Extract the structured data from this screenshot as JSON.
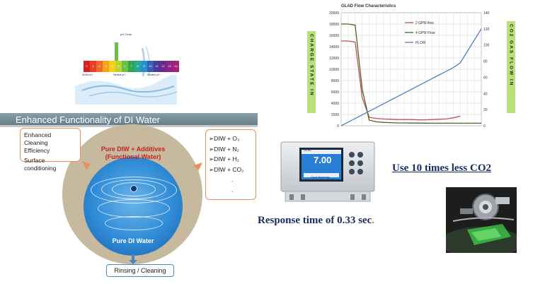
{
  "ph_chart": {
    "title": "pH Chart",
    "values": [
      "0",
      "1",
      "2",
      "3",
      "4",
      "5",
      "6",
      "7",
      "8",
      "9",
      "10",
      "11",
      "12",
      "13",
      "14"
    ],
    "colors": [
      "#d81f26",
      "#e5412a",
      "#ef6b2b",
      "#f6a21f",
      "#f4d01d",
      "#b9d532",
      "#6cc04a",
      "#35a650",
      "#27a99a",
      "#2b8fcf",
      "#3a5fb0",
      "#4b3b98",
      "#6b2a8c",
      "#8e2586",
      "#a81f77"
    ],
    "acidic_label": "Acidic pH",
    "neutral_label": "Neutral pH",
    "alkaline_label": "Alkaline pH"
  },
  "di_panel": {
    "banner": "Enhanced Functionality of DI Water",
    "benefits": [
      "Enhanced Cleaning",
      "Efficiency",
      "Surface conditioning"
    ],
    "functional_line1": "Pure DIW + Additives",
    "functional_line2": "(Functional Water)",
    "pure_label": "Pure DI Water",
    "additives": [
      "➢DIW + O₃",
      "➢DIW + N₂",
      "➢DIW + H₂",
      "➢DIW + CO₂",
      ".",
      "."
    ],
    "rinse_label": "Rinsing / Cleaning",
    "colors": {
      "outer": "#c7b99e",
      "inner": "#2f8bd6",
      "accent": "#c2231c",
      "box_border": "#e8915c"
    }
  },
  "chart_data": {
    "type": "line",
    "title": "GLAD Flow Characteristics",
    "ylabel_left": "CHARGE STATE IN",
    "ylabel_right": "CO2 GAS FLOW IN",
    "ylim_left": [
      0,
      20000
    ],
    "ylim_right": [
      0,
      140
    ],
    "yticks_left": [
      "0",
      "2000",
      "4000",
      "6000",
      "8000",
      "10000",
      "12000",
      "14000",
      "16000",
      "18000",
      "20000"
    ],
    "yticks_right": [
      "0",
      "20",
      "40",
      "60",
      "80",
      "100",
      "120",
      "140"
    ],
    "x": [
      0,
      1,
      2,
      3,
      4,
      5,
      6,
      7,
      8,
      9,
      10,
      11,
      12,
      13,
      14,
      15,
      16,
      17,
      18,
      19,
      20
    ],
    "series": [
      {
        "name": "2 GPM flow",
        "color": "#c0504d",
        "axis": "left",
        "values": [
          15000,
          15000,
          14800,
          5000,
          1500,
          1300,
          1200,
          1150,
          1100,
          1100,
          1100,
          1050,
          1050,
          1100,
          1150,
          1200,
          1400,
          1700,
          null,
          null,
          null
        ]
      },
      {
        "name": "4 GPM Flow",
        "color": "#4f6228",
        "axis": "left",
        "values": [
          18000,
          18000,
          17800,
          6500,
          1000,
          700,
          600,
          550,
          500,
          500,
          480,
          470,
          460,
          450,
          450,
          450,
          450,
          450,
          450,
          450,
          450
        ]
      },
      {
        "name": "FLOW",
        "color": "#4f81bd",
        "axis": "right",
        "values": [
          0,
          4.5,
          9,
          13.5,
          18,
          22.5,
          27,
          31.5,
          36,
          40.5,
          45,
          49.5,
          54,
          58.5,
          63,
          67.5,
          72,
          78,
          92,
          106,
          120
        ]
      }
    ],
    "legend": "top-right",
    "grid": true
  },
  "meter": {
    "brand": "GLAD",
    "reading": "7.00",
    "footer": "Cloud Measuring",
    "colors": {
      "screen": "#2a7fd4",
      "body": "#d9dde2"
    }
  },
  "response_text": "Response time of 0.33 sec",
  "response_suffix": ".",
  "co2_text": "Use 10 times less CO2"
}
